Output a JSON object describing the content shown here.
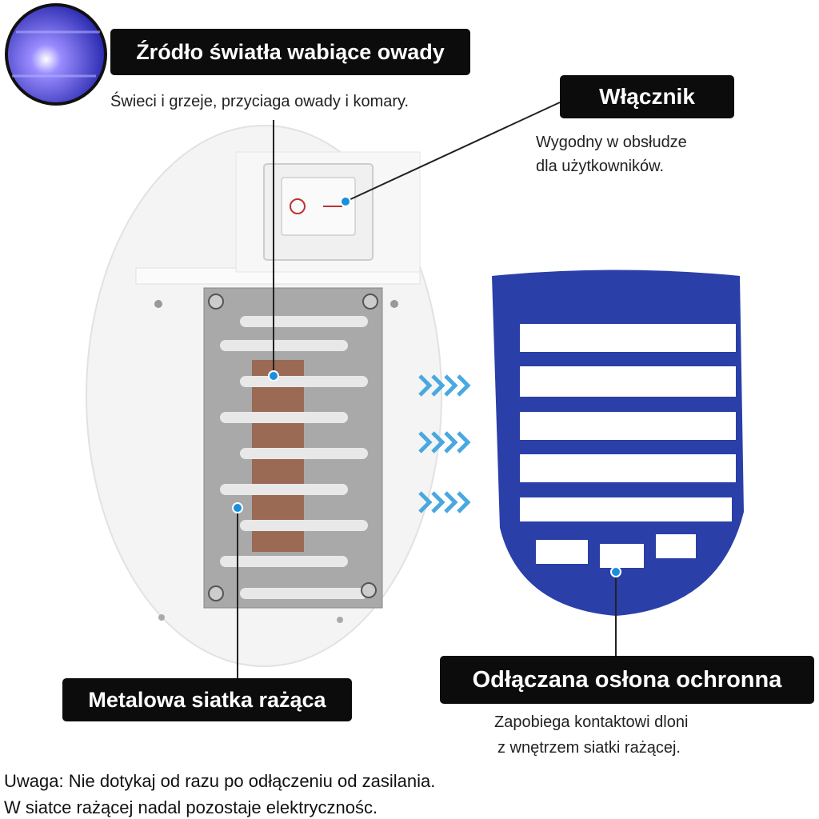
{
  "labels": {
    "light_source": {
      "title": "Źródło światła wabiące owady",
      "desc": "Świeci i grzeje, przyciaga owady i komary."
    },
    "switch": {
      "title": "Włącznik",
      "desc_line1": "Wygodny w obsłudze",
      "desc_line2": "dla użytkowników."
    },
    "grid": {
      "title": "Metalowa siatka rażąca"
    },
    "cover": {
      "title": "Odłączana osłona ochronna",
      "desc_line1": "Zapobiega kontaktowi dloni",
      "desc_line2": "z wnętrzem siatki rażącej."
    }
  },
  "note": {
    "line1": "Uwaga: Nie dotykaj od razu po odłączeniu od zasilania.",
    "line2": "W siatce rażącej nadal pozostaje elektrycznośc."
  },
  "colors": {
    "label_bg": "#0c0c0c",
    "cover_blue": "#2a3fa8",
    "pointer_dot": "#1a8fe0",
    "arrow": "#4aa8e0"
  }
}
